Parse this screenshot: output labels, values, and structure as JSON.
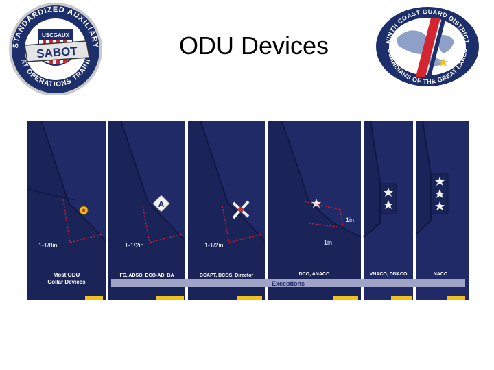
{
  "slide": {
    "title": "ODU Devices"
  },
  "logos": {
    "left": {
      "top_arc": "STANDARDIZED AUXILIARY",
      "bottom_arc": "BOAT OPERATIONS TRAINING",
      "banner": "USCGAUX",
      "ribbon": "SABOT"
    },
    "right": {
      "top_arc": "NINTH COAST GUARD DISTRICT",
      "bottom_arc": "GUARDIANS OF THE GREAT LAKES"
    }
  },
  "figure": {
    "colors": {
      "uniform": "#1f2a66",
      "uniform_dark": "#141c4d",
      "measure_line": "#d0202e",
      "exceptions_bar": "#9fa4c7",
      "device_gold": "#f2c21a"
    },
    "panels": [
      {
        "caption_line1": "Most ODU",
        "caption_line2": "Collar Devices",
        "measure_label": "1-1/8in",
        "device": "gold-round-device-icon"
      },
      {
        "caption_line1": "FC, ADSO, DCO-AD, BA",
        "measure_label": "1-1/2in",
        "device": "letter-device-icon",
        "device_letter": "A"
      },
      {
        "caption_line1": "DCAPT, DCOS, Director",
        "measure_label": "1-1/2in",
        "device": "crossed-device-icon"
      },
      {
        "caption_line1": "DCO, ANACO",
        "measure_label_a": "1in",
        "measure_label_b": "1in",
        "device": "single-star-icon"
      },
      {
        "caption_line1": "VNACO, DNACO",
        "device": "two-star-icon"
      },
      {
        "caption_line1": "NACO",
        "device": "three-star-icon"
      }
    ],
    "exceptions_label": "Exceptions"
  }
}
